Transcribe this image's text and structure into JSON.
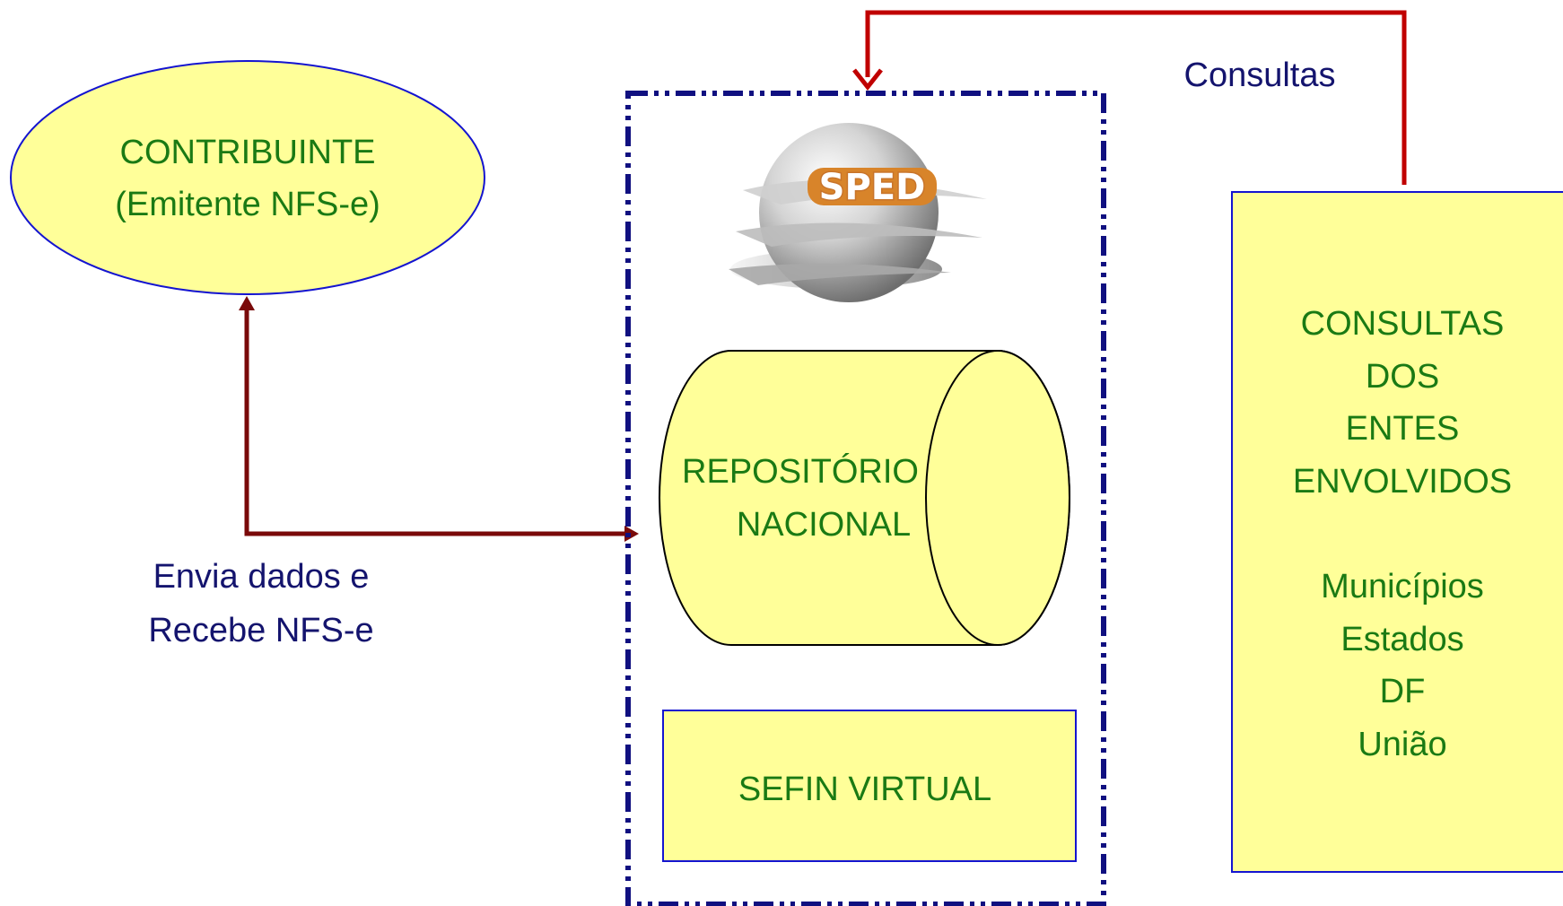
{
  "colors": {
    "node_fill": "#ffff99",
    "node_text": "#1a7a14",
    "label_text": "#14146e",
    "container_border": "#101080",
    "arrow_dark_red": "#7a0a0a",
    "arrow_red": "#c00000"
  },
  "contribuinte": {
    "line1": "CONTRIBUINTE",
    "line2": "(Emitente NFS-e)"
  },
  "envia_label": {
    "line1": "Envia dados e",
    "line2": "Recebe NFS-e"
  },
  "consultas_label": "Consultas",
  "sped_logo": {
    "text": "SPED",
    "icon": "sped-globe-logo"
  },
  "repositorio": {
    "line1": "REPOSITÓRIO",
    "line2": "NACIONAL"
  },
  "sefin": {
    "label": "SEFIN VIRTUAL"
  },
  "consultas_box": {
    "lines": [
      "CONSULTAS",
      "DOS",
      "ENTES",
      "ENVOLVIDOS"
    ],
    "entes": [
      "Municípios",
      "Estados",
      "DF",
      "União"
    ]
  }
}
